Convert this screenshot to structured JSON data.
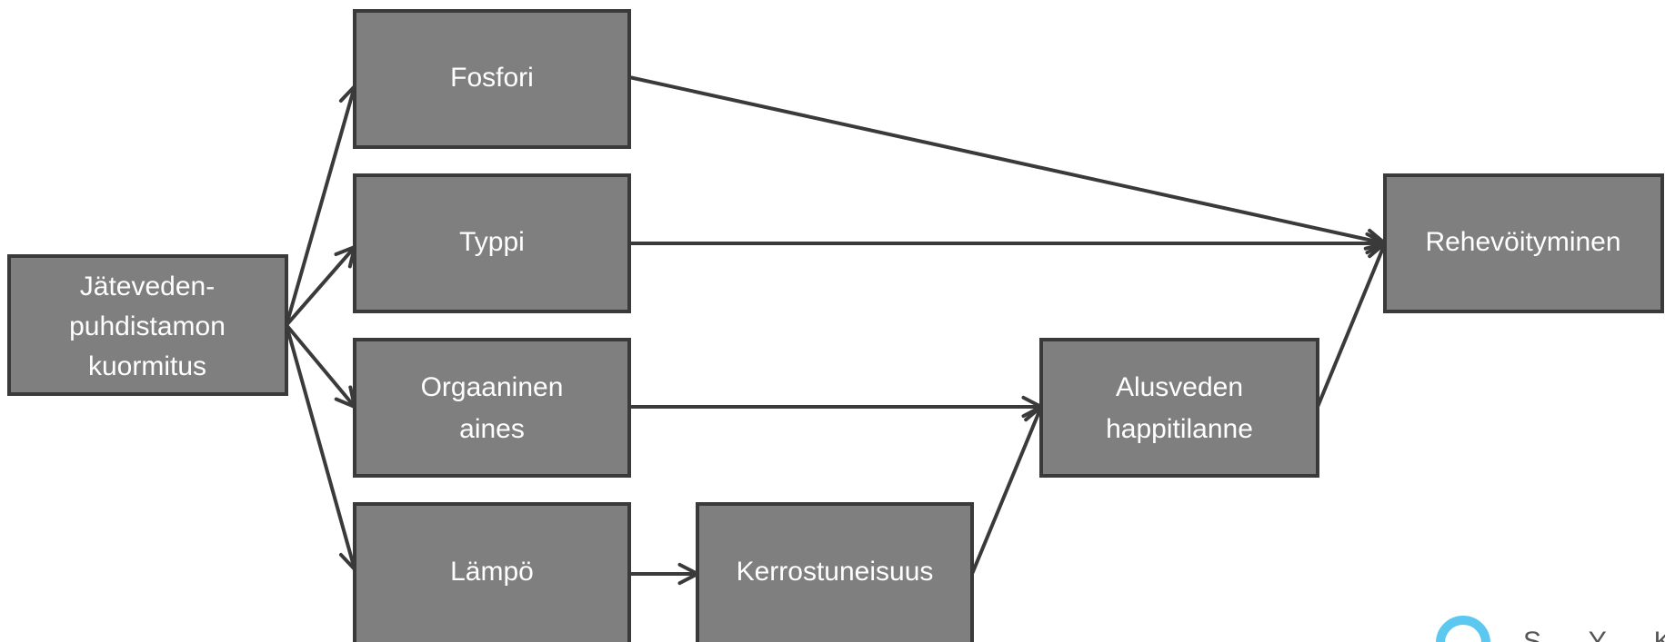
{
  "diagram": {
    "nodes": [
      {
        "id": "source",
        "lines": [
          "Jäteveden-",
          "puhdistamon",
          "kuormitus"
        ]
      },
      {
        "id": "fosfori",
        "lines": [
          "Fosfori"
        ]
      },
      {
        "id": "typpi",
        "lines": [
          "Typpi"
        ]
      },
      {
        "id": "orgaaninen",
        "lines": [
          "Orgaaninen",
          "aines"
        ]
      },
      {
        "id": "lampo",
        "lines": [
          "Lämpö"
        ]
      },
      {
        "id": "kerrostuneisuus",
        "lines": [
          "Kerrostuneisuus"
        ]
      },
      {
        "id": "alusveden",
        "lines": [
          "Alusveden",
          "happitilanne"
        ]
      },
      {
        "id": "rehevoityminen",
        "lines": [
          "Rehevöityminen"
        ]
      }
    ],
    "edges": [
      {
        "from": "source",
        "to": "fosfori"
      },
      {
        "from": "source",
        "to": "typpi"
      },
      {
        "from": "source",
        "to": "orgaaninen"
      },
      {
        "from": "source",
        "to": "lampo"
      },
      {
        "from": "fosfori",
        "to": "rehevoityminen"
      },
      {
        "from": "typpi",
        "to": "rehevoityminen"
      },
      {
        "from": "orgaaninen",
        "to": "alusveden"
      },
      {
        "from": "lampo",
        "to": "kerrostuneisuus"
      },
      {
        "from": "kerrostuneisuus",
        "to": "alusveden"
      },
      {
        "from": "alusveden",
        "to": "rehevoityminen"
      }
    ],
    "colors": {
      "box_fill": "#7f7f7f",
      "box_stroke": "#3a3a3a",
      "text": "#ffffff",
      "arrow": "#3a3a3a"
    }
  },
  "logo": {
    "text": "S Y K E",
    "color": "#5cc8f0"
  }
}
